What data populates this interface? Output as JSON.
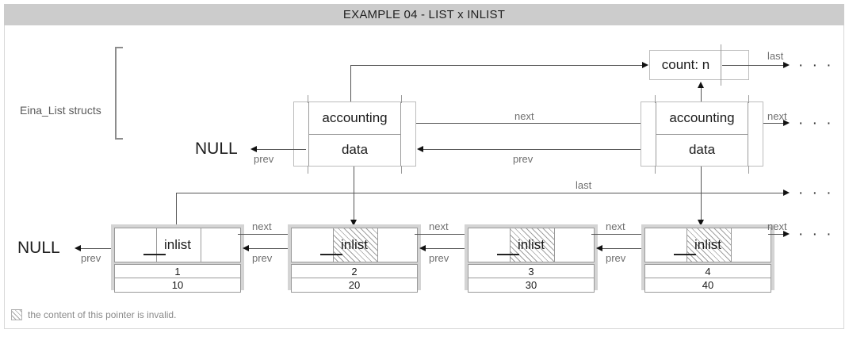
{
  "title": "EXAMPLE 04 - LIST x INLIST",
  "group_label": "Eina_List structs",
  "count_node": {
    "label": "count: n",
    "last_label": "last",
    "ellipsis": "· · ·"
  },
  "list_nodes": [
    {
      "accounting_label": "accounting",
      "data_label": "data",
      "prev_label": "prev",
      "next_label": "next",
      "null_label": "NULL"
    },
    {
      "accounting_label": "accounting",
      "data_label": "data",
      "prev_label": "prev",
      "next_label": "next",
      "ellipsis": "· · ·"
    }
  ],
  "last_edge_label": "last",
  "last_edge_ellipsis": "· · ·",
  "inlist_null_label": "NULL",
  "inlist_nodes": [
    {
      "label": "inlist",
      "value1": "1",
      "value2": "10",
      "invalid": false,
      "next_label": "next",
      "prev_label": "prev"
    },
    {
      "label": "inlist",
      "value1": "2",
      "value2": "20",
      "invalid": true,
      "next_label": "next",
      "prev_label": "prev"
    },
    {
      "label": "inlist",
      "value1": "3",
      "value2": "30",
      "invalid": true,
      "next_label": "next",
      "prev_label": "prev"
    },
    {
      "label": "inlist",
      "value1": "4",
      "value2": "40",
      "invalid": true,
      "next_label": "next",
      "prev_label": "prev"
    }
  ],
  "inlist_tail_ellipsis": "· · ·",
  "legend": {
    "text": "the content of this pointer is invalid."
  },
  "colors": {
    "title_bar": "#cccccc",
    "node_border": "#9a9a9a",
    "outer_border": "#bcbcbc",
    "inlist_frame": "#d4d4d4",
    "edge": "#555555",
    "label_text": "#6f6f6f"
  }
}
